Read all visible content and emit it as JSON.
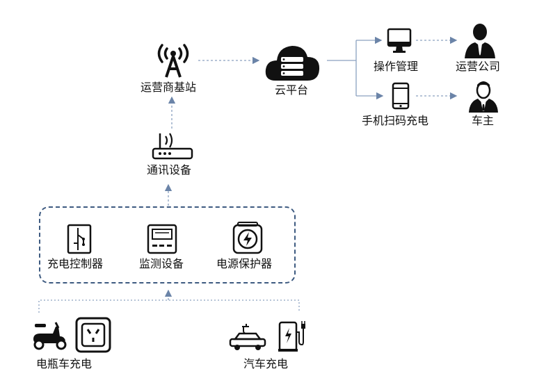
{
  "nodes": {
    "base_station": "运营商基站",
    "cloud": "云平台",
    "ops_mgmt": "操作管理",
    "operator_company": "运营公司",
    "mobile_scan": "手机扫码充电",
    "car_owner": "车主",
    "comm_device": "通讯设备",
    "charge_controller": "充电控制器",
    "monitor_device": "监测设备",
    "power_protector": "电源保护器",
    "ebike_charging": "电瓶车充电",
    "car_charging": "汽车充电"
  },
  "colors": {
    "arrow": "#6b84a8",
    "box": "#3d5a80",
    "icon": "#111111"
  }
}
